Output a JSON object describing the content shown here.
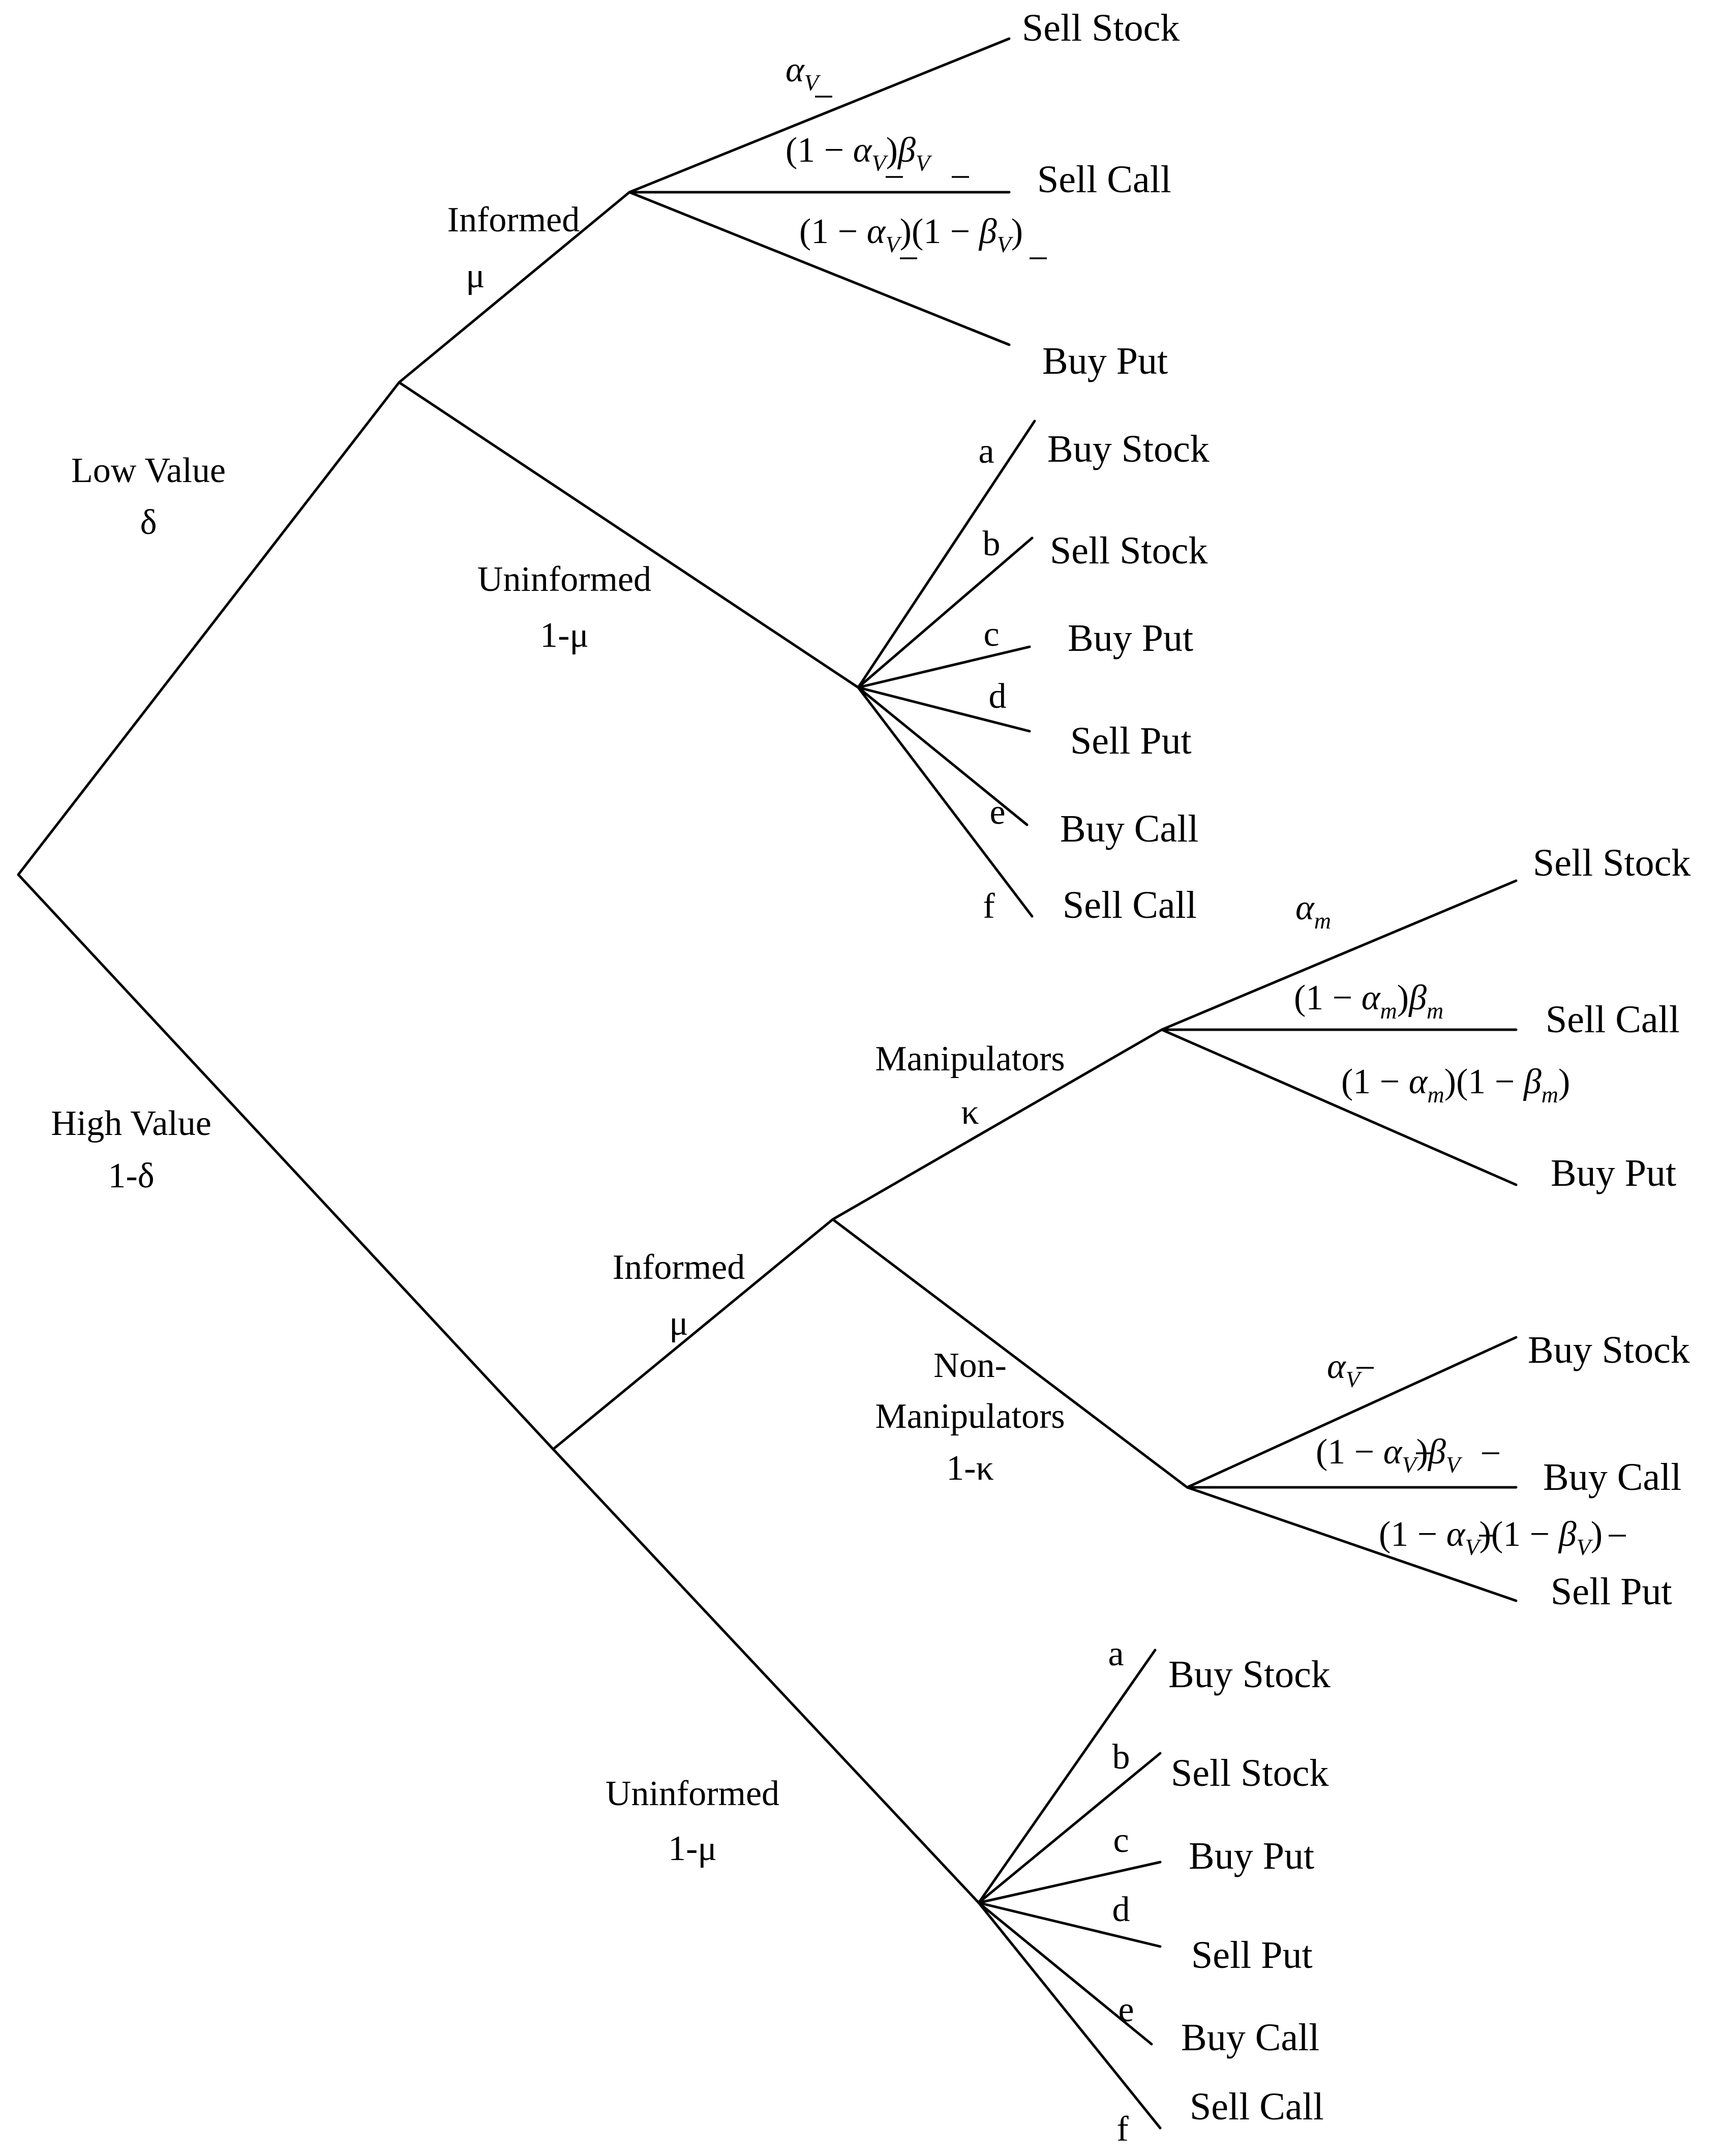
{
  "colors": {
    "line": "#000000",
    "text": "#000000",
    "background": "#ffffff"
  },
  "nodes": {
    "low_value": "Low Value",
    "low_value_prob": "δ",
    "high_value": "High Value",
    "high_value_prob": "1-δ",
    "informed": "Informed",
    "informed_prob": "μ",
    "uninformed": "Uninformed",
    "uninformed_prob": "1-μ",
    "manipulators": "Manipulators",
    "manipulators_prob": "κ",
    "non_manipulators_1": "Non-",
    "non_manipulators_2": "Manipulators",
    "non_manipulators_prob": "1-κ"
  },
  "math": {
    "alpha": "α",
    "beta": "β",
    "one_minus": "(1 − ",
    "close_paren": ")",
    "close_open": ")(1 − ",
    "sub_low": "V",
    "sub_m": "m",
    "sub_high": "V"
  },
  "low_informed_leaves": [
    "Sell Stock",
    "Sell Call",
    "Buy Put"
  ],
  "manipulator_leaves": [
    "Sell Stock",
    "Sell Call",
    "Buy Put"
  ],
  "non_manipulator_leaves": [
    "Buy Stock",
    "Buy Call",
    "Sell Put"
  ],
  "uninformed_branches": {
    "letters": [
      "a",
      "b",
      "c",
      "d",
      "e",
      "f"
    ],
    "leaves": [
      "Buy Stock",
      "Sell Stock",
      "Buy Put",
      "Sell Put",
      "Buy Call",
      "Sell Call"
    ]
  }
}
